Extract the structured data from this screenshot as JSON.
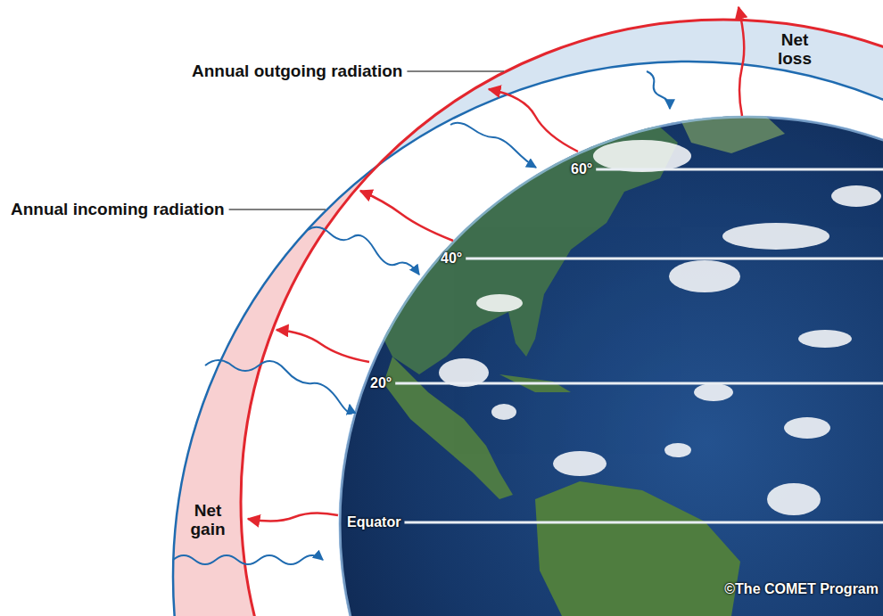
{
  "diagram": {
    "labels": [
      "Net loss",
      "Annual outgoing radiation",
      "Annual incoming radiation",
      "60°",
      "40°",
      "20°",
      "Equator",
      "Net gain",
      "©The COMET Program"
    ]
  }
}
